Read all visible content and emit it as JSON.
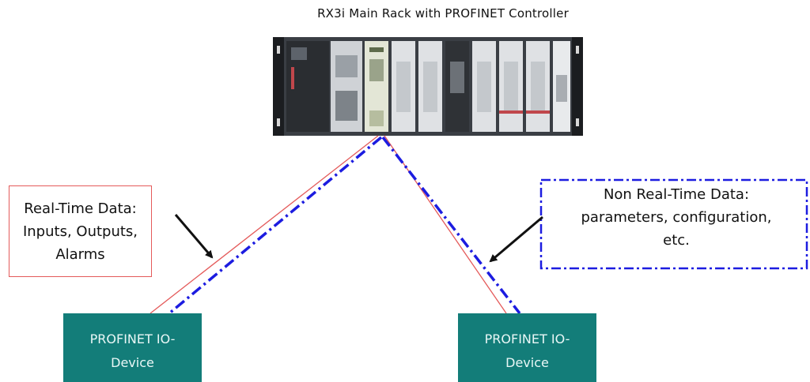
{
  "rack": {
    "title": "RX3i Main Rack with PROFINET Controller"
  },
  "real_time": {
    "lines": [
      "Real-Time Data:",
      "Inputs, Outputs,",
      "Alarms"
    ],
    "border_color": "#e45a5a"
  },
  "non_real_time": {
    "lines": [
      "Non Real-Time Data:",
      "parameters, configuration,",
      "etc."
    ],
    "border_color": "#1c1ce0"
  },
  "devices": [
    {
      "lines": [
        "PROFINET IO-",
        "Device"
      ]
    },
    {
      "lines": [
        "PROFINET IO-",
        "Device"
      ]
    }
  ],
  "colors": {
    "device_fill": "#137d79",
    "real_time_line": "#e45a5a",
    "non_real_time_line": "#1c1ce0",
    "arrow": "#111111"
  },
  "icons": {
    "rack": "plc-rack-icon",
    "pointer": "arrow-icon"
  }
}
